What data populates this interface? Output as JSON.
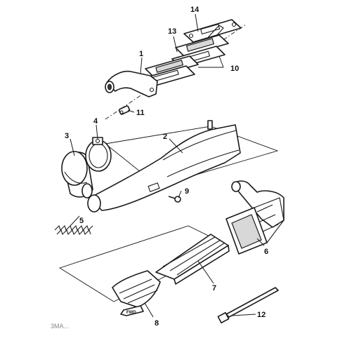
{
  "callouts": [
    "1",
    "2",
    "3",
    "4",
    "5",
    "6",
    "7",
    "8",
    "9",
    "10",
    "11",
    "12",
    "13",
    "14"
  ],
  "fwd_label": "FWD",
  "footer_code": "3MA..."
}
